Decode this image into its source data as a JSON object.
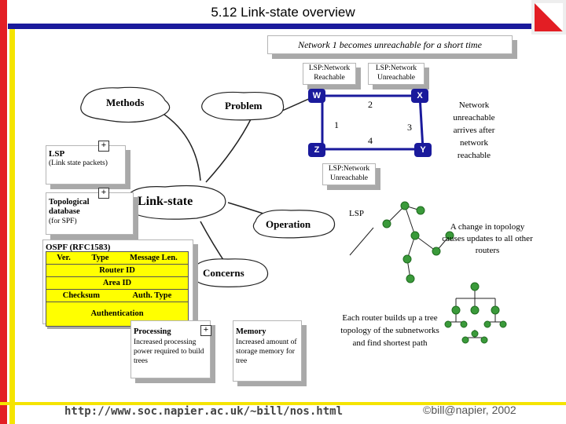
{
  "title": "5.12 Link-state overview",
  "header_box": "Network 1 becomes unreachable for a short time",
  "lsp_reachable": "LSP:Network Reachable",
  "lsp_unreachable_top": "LSP:Network Unreachable",
  "lsp_unreachable_mid": "LSP:Network Unreachable",
  "node_w": "W",
  "node_x": "X",
  "node_z": "Z",
  "node_y": "Y",
  "edge_2": "2",
  "edge_1": "1",
  "edge_3": "3",
  "edge_4": "4",
  "network_note": "Network unreachable arrives after network reachable",
  "methods": "Methods",
  "problem": "Problem",
  "linkstate": "Link-state",
  "operation": "Operation",
  "concerns": "Concerns",
  "lsp_title": "LSP",
  "lsp_sub": "(Link state packets)",
  "topo_title": "Topological database",
  "topo_sub": "(for SPF)",
  "plus": "+",
  "ospf_title": "OSPF (RFC1583)",
  "ospf_row1": [
    "Ver.",
    "Type",
    "Message Len."
  ],
  "ospf_row2": "Router ID",
  "ospf_row3": "Area ID",
  "ospf_row4": [
    "Checksum",
    "Auth. Type"
  ],
  "ospf_row5": "Authentication",
  "processing_title": "Processing",
  "processing_text": "Increased processing power required to build trees",
  "memory_title": "Memory",
  "memory_text": "Increased amount of storage memory for tree",
  "lsp_label": "LSP",
  "topology_note": "A change in topology causes updates to all other routers",
  "tree_note": "Each router builds up a tree topology of the subnetworks and find shortest path",
  "url": "http://www.soc.napier.ac.uk/~bill/nos.html",
  "copyright": "©bill@napier, 2002",
  "colors": {
    "red": "#e31e24",
    "yellow": "#f5e400",
    "blue": "#1a1a9c",
    "green": "#3a9a3a",
    "table_yellow": "#ffff00"
  }
}
